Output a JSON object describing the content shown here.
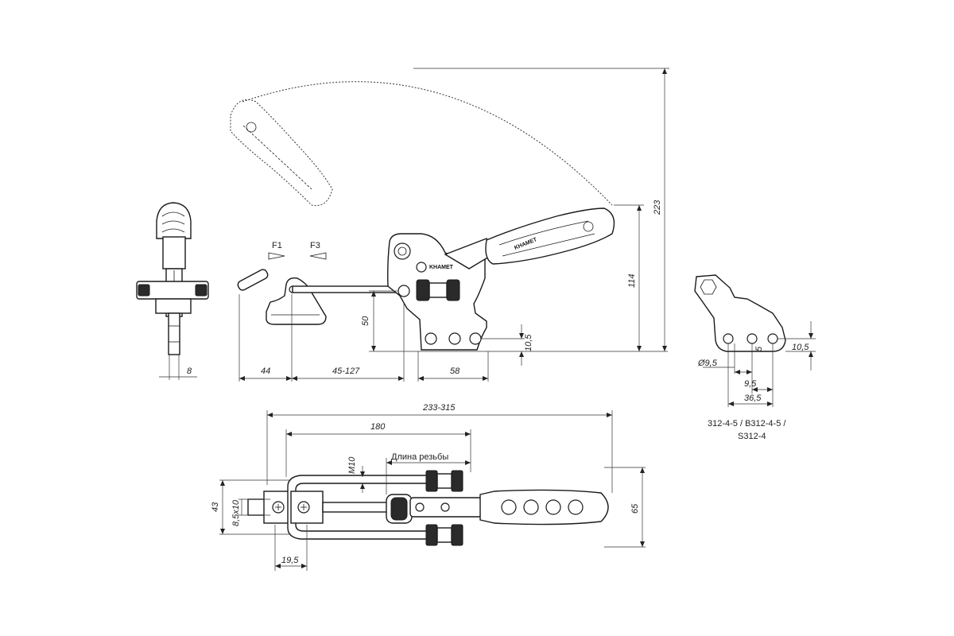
{
  "dimensions": {
    "d8": "8",
    "d44": "44",
    "d45_127": "45-127",
    "d58": "58",
    "d50": "50",
    "d10_5_side": "10,5",
    "d114": "114",
    "d223": "223",
    "d233_315": "233-315",
    "d180": "180",
    "m10": "M10",
    "d43": "43",
    "d8_5x10": "8,5x10",
    "d65": "65",
    "d19_5": "19,5",
    "phi9_5": "Ø9,5",
    "d9_5": "9,5",
    "d36_5": "36,5",
    "d5": "5",
    "d10_5_plate": "10,5"
  },
  "labels": {
    "force1": "F1",
    "force3": "F3",
    "thread_length": "Длина резьбы",
    "models_line1": "312-4-5 / B312-4-5 /",
    "models_line2": "S312-4"
  },
  "branding": {
    "handle_text": "KHAMET",
    "body_text": "KHAMET"
  },
  "colors": {
    "line": "#1a1a1a",
    "background": "#ffffff"
  }
}
